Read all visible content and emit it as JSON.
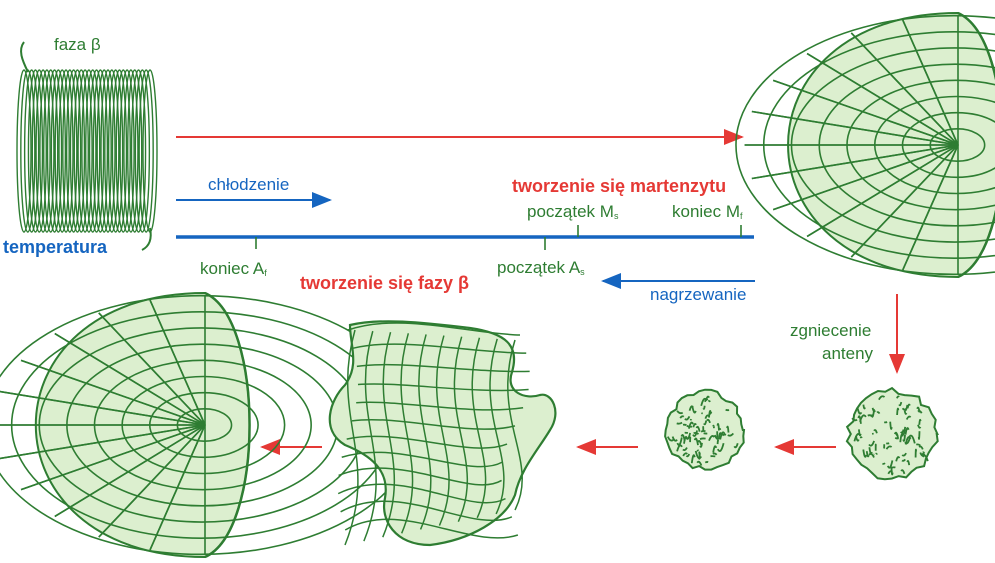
{
  "colors": {
    "green_line": "#2e7d32",
    "green_fill": "#dcefcf",
    "blue": "#1565c0",
    "red": "#e53935"
  },
  "labels": {
    "faza_beta": "faza β",
    "temperatura": "temperatura",
    "chlodzenie": "chłodzenie",
    "tworzenie_martenzytu": "tworzenie się martenzytu",
    "poczatek_ms": "początek M",
    "poczatek_ms_sub": "s",
    "koniec_mf": "koniec M",
    "koniec_mf_sub": "f",
    "koniec_af": "koniec A",
    "koniec_af_sub": "f",
    "poczatek_as": "początek A",
    "poczatek_as_sub": "s",
    "tworzenie_fazy_beta": "tworzenie się fazy β",
    "nagrzewanie": "nagrzewanie",
    "zgniecenie_line1": "zgniecenie",
    "zgniecenie_line2": "anteny"
  }
}
